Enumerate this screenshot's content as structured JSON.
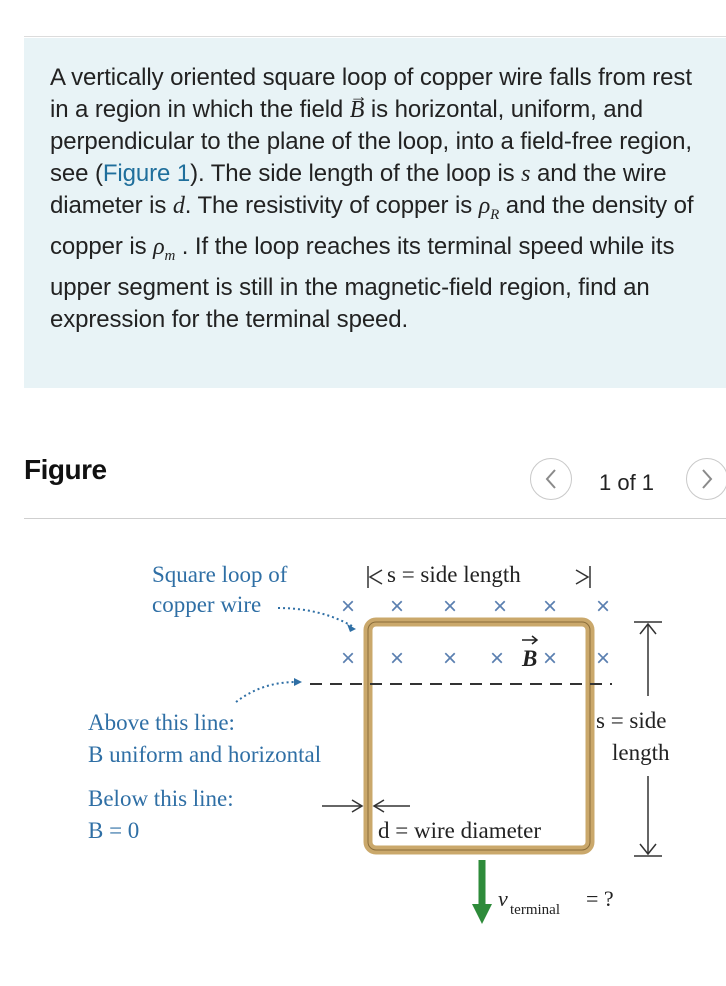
{
  "problem": {
    "t1": "A vertically oriented square loop of copper wire falls from rest in a region in which the field",
    "field_symbol": "B",
    "t2": "is horizontal, uniform, and perpendicular to the plane of the loop, into a field-free region, see (",
    "figure_link": "Figure 1",
    "t3": "). The side length of the loop is",
    "s_symbol": "s",
    "t4": "and the wire diameter is",
    "d_symbol": "d",
    "t5": ". The resistivity of copper is",
    "rho_symbol": "ρ",
    "rhoR_sub": "R",
    "t6": "and the density of copper is",
    "rhom_sub": "m",
    "t7": ". If the loop reaches its terminal speed while its upper segment is still in the magnetic-field region, find an expression for the terminal speed."
  },
  "figure_header": {
    "title": "Figure",
    "pager": "1 of 1",
    "prev_icon": "chevron-left-icon",
    "next_icon": "chevron-right-icon"
  },
  "diagram": {
    "loop_label_1": "Square loop of",
    "loop_label_2": "copper wire",
    "top_label": "s = side length",
    "b_label": "B",
    "above_1": "Above this line:",
    "above_2": "B uniform and horizontal",
    "below_1": "Below this line:",
    "below_2": "B = 0",
    "side_1": "s = side",
    "side_2": "length",
    "diameter_label": "d = wire diameter",
    "v_symbol": "v",
    "v_sub": "terminal",
    "v_value": "= ?",
    "x_mark": "×"
  },
  "colors": {
    "panel_bg": "#e8f3f6",
    "link": "#1f6f9c",
    "label_blue": "#2f6fa5",
    "loop_tan": "#caa86b",
    "arrow_green": "#2e8b3a",
    "x_marks": "#5a7fb0"
  }
}
